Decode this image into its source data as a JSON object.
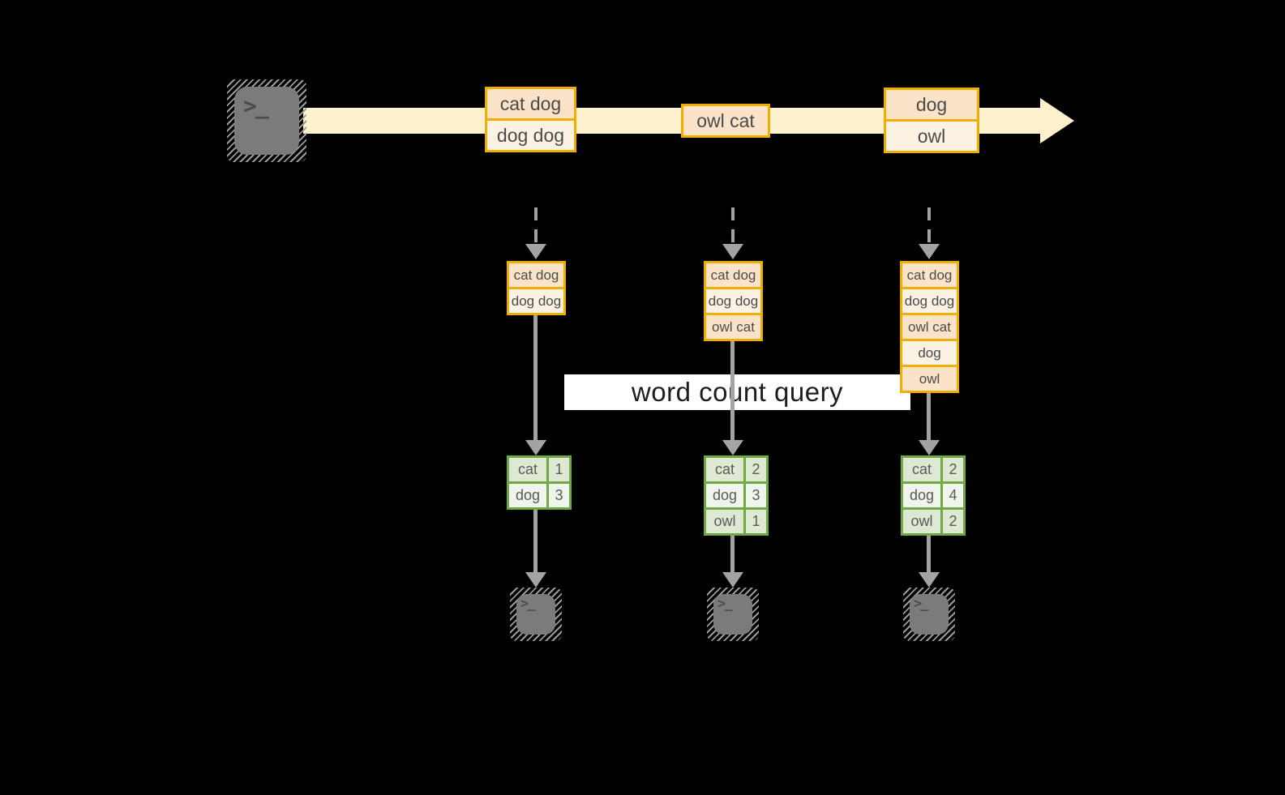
{
  "canvas": {
    "background": "#000000"
  },
  "colors": {
    "stream_band": "#FDF1CE",
    "event_border": "#F0AE00",
    "event_fill_dark": "#FBE3C9",
    "event_fill_light": "#FCF2E3",
    "table_border": "#70A845",
    "table_fill_dark": "#DDE9D3",
    "table_fill_light": "#F0F5EC",
    "arrow_gray": "#A3A3A3",
    "terminal_gray": "#7B7B7B",
    "query_band": "#FFFFFF"
  },
  "icons": {
    "terminal_glyph": ">_"
  },
  "query": {
    "label": "word count query"
  },
  "timeline": {
    "events": [
      {
        "lines": [
          "cat dog",
          "dog dog"
        ]
      },
      {
        "lines": [
          "owl cat"
        ]
      },
      {
        "lines": [
          "dog",
          "owl"
        ]
      }
    ]
  },
  "columns": [
    {
      "buffer": [
        "cat dog",
        "dog dog"
      ],
      "counts": [
        {
          "word": "cat",
          "count": "1"
        },
        {
          "word": "dog",
          "count": "3"
        }
      ]
    },
    {
      "buffer": [
        "cat dog",
        "dog dog",
        "owl cat"
      ],
      "counts": [
        {
          "word": "cat",
          "count": "2"
        },
        {
          "word": "dog",
          "count": "3"
        },
        {
          "word": "owl",
          "count": "1"
        }
      ]
    },
    {
      "buffer": [
        "cat dog",
        "dog dog",
        "owl cat",
        "dog",
        "owl"
      ],
      "counts": [
        {
          "word": "cat",
          "count": "2"
        },
        {
          "word": "dog",
          "count": "4"
        },
        {
          "word": "owl",
          "count": "2"
        }
      ]
    }
  ]
}
